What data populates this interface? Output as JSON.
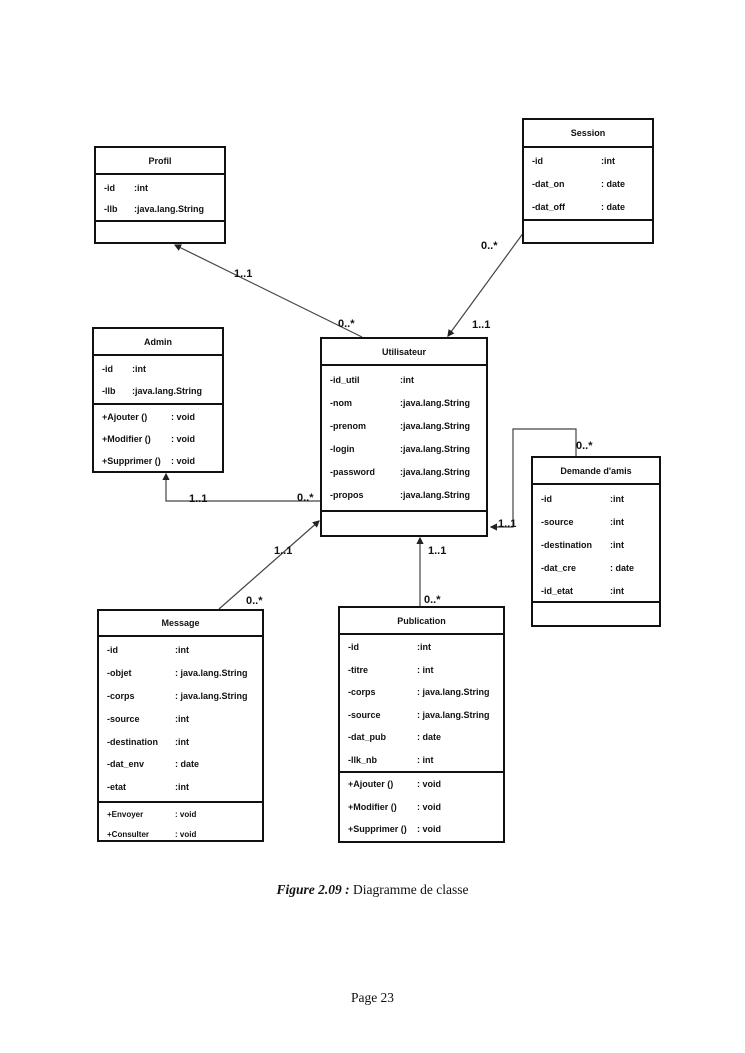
{
  "classes": {
    "profil": {
      "name": "Profil",
      "attributes": [
        {
          "name": "-id",
          "type": ":int"
        },
        {
          "name": "-llb",
          "type": ":java.lang.String"
        }
      ],
      "operations": []
    },
    "session": {
      "name": "Session",
      "attributes": [
        {
          "name": "-id",
          "type": ":int"
        },
        {
          "name": "-dat_on",
          "type": ": date"
        },
        {
          "name": "-dat_off",
          "type": ": date"
        }
      ],
      "operations": []
    },
    "admin": {
      "name": "Admin",
      "attributes": [
        {
          "name": "-id",
          "type": ":int"
        },
        {
          "name": "-llb",
          "type": ":java.lang.String"
        }
      ],
      "operations": [
        {
          "name": "+Ajouter ()",
          "type": ": void"
        },
        {
          "name": "+Modifier ()",
          "type": ": void"
        },
        {
          "name": "+Supprimer ()",
          "type": ": void"
        }
      ]
    },
    "utilisateur": {
      "name": "Utilisateur",
      "attributes": [
        {
          "name": "-id_util",
          "type": ":int"
        },
        {
          "name": "-nom",
          "type": ":java.lang.String"
        },
        {
          "name": "-prenom",
          "type": ":java.lang.String"
        },
        {
          "name": "-login",
          "type": ":java.lang.String"
        },
        {
          "name": "-password",
          "type": ":java.lang.String"
        },
        {
          "name": "-propos",
          "type": ":java.lang.String"
        }
      ],
      "operations": []
    },
    "demande": {
      "name": "Demande d'amis",
      "attributes": [
        {
          "name": "-id",
          "type": ":int"
        },
        {
          "name": "-source",
          "type": ":int"
        },
        {
          "name": "-destination",
          "type": ":int"
        },
        {
          "name": "-dat_cre",
          "type": ": date"
        },
        {
          "name": "-id_etat",
          "type": ":int"
        }
      ],
      "operations": []
    },
    "message": {
      "name": "Message",
      "attributes": [
        {
          "name": "-id",
          "type": ":int"
        },
        {
          "name": "-objet",
          "type": ": java.lang.String"
        },
        {
          "name": "-corps",
          "type": ": java.lang.String"
        },
        {
          "name": "-source",
          "type": ":int"
        },
        {
          "name": "-destination",
          "type": ":int"
        },
        {
          "name": "-dat_env",
          "type": ": date"
        },
        {
          "name": "-etat",
          "type": ":int"
        }
      ],
      "operations": [
        {
          "name": "+Envoyer",
          "type": ": void"
        },
        {
          "name": "+Consulter",
          "type": ": void"
        }
      ]
    },
    "publication": {
      "name": "Publication",
      "attributes": [
        {
          "name": "-id",
          "type": ":int"
        },
        {
          "name": "-titre",
          "type": ": int"
        },
        {
          "name": "-corps",
          "type": ": java.lang.String"
        },
        {
          "name": "-source",
          "type": ": java.lang.String"
        },
        {
          "name": "-dat_pub",
          "type": ": date"
        },
        {
          "name": "-llk_nb",
          "type": ": int"
        }
      ],
      "operations": [
        {
          "name": "+Ajouter ()",
          "type": ": void"
        },
        {
          "name": "+Modifier ()",
          "type": ": void"
        },
        {
          "name": "+Supprimer ()",
          "type": ": void"
        }
      ]
    }
  },
  "associations": [
    {
      "from": "Utilisateur",
      "to": "Profil",
      "from_mult": "0..*",
      "to_mult": "1..1"
    },
    {
      "from": "Session",
      "to": "Utilisateur",
      "from_mult": "0..*",
      "to_mult": "1..1"
    },
    {
      "from": "Utilisateur",
      "to": "Admin",
      "from_mult": "0..*",
      "to_mult": "1..1"
    },
    {
      "from": "Message",
      "to": "Utilisateur",
      "from_mult": "0..*",
      "to_mult": "1..1"
    },
    {
      "from": "Publication",
      "to": "Utilisateur",
      "from_mult": "0..*",
      "to_mult": "1..1"
    },
    {
      "from": "Demande d'amis",
      "to": "Utilisateur",
      "from_mult": "0..*",
      "to_mult": "1..1"
    }
  ],
  "caption": {
    "figure_label": "Figure 2.09 :",
    "text": " Diagramme de classe"
  },
  "page_number": "Page 23"
}
